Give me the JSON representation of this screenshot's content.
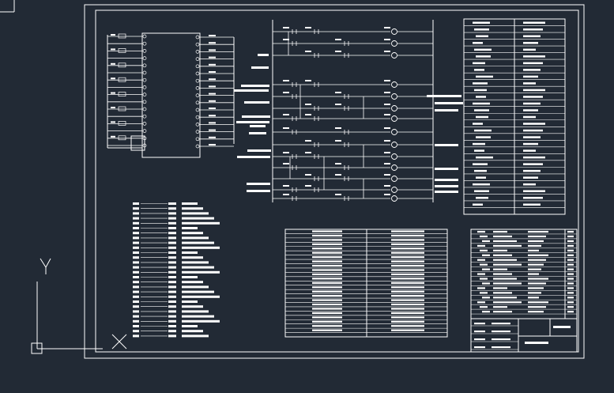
{
  "canvas": {
    "background": "#222a35",
    "line_color": "#ffffff"
  },
  "ucs": {
    "axis_y_label": "Y",
    "axis_x_label": "X"
  },
  "plc_io": {
    "input_terminals": 16,
    "output_terminals": 16
  },
  "ladder": {
    "rung_count": 14
  },
  "parts_table_right": {
    "rows": 28
  },
  "io_table_center": {
    "rows": 24
  },
  "legend_list": {
    "rows": 28
  },
  "title_block": {
    "rows": 18
  }
}
